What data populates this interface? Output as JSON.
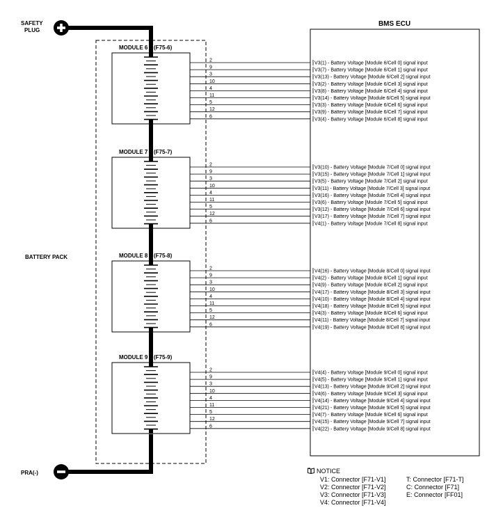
{
  "diagram": {
    "safety_plug": [
      "SAFETY",
      "PLUG"
    ],
    "pra": "PRA(-)",
    "battery_pack": "BATTERY PACK",
    "ecu_title": "BMS ECU",
    "pins": [
      "2",
      "9",
      "3",
      "10",
      "4",
      "11",
      "5",
      "12",
      "6"
    ],
    "modules": [
      {
        "name": "MODULE 6",
        "connector": "(F75-6)",
        "signals": [
          "V3(1) - Battery Voltage [Module 6/Cell 0] signal input",
          "V3(7) - Battery Voltage [Module 6/Cell 1] signal input",
          "V3(13) - Battery Voltage [Module 6/Cell 2] signal input",
          "V3(2) - Battery Voltage [Module 6/Cell 3] signal input",
          "V3(8) - Battery Voltage [Module 6/Cell 4] signal input",
          "V3(14) - Battery Voltage [Module 6/Cell 5] signal input",
          "V3(3) - Battery Voltage [Module 6/Cell 6] signal input",
          "V3(9) - Battery Voltage [Module 6/Cell 7] signal input",
          "V3(4) - Battery Voltage [Module 6/Cell 8] signal input"
        ]
      },
      {
        "name": "MODULE 7",
        "connector": "(F75-7)",
        "signals": [
          "V3(10) - Battery Voltage [Module 7/Cell 0] signal input",
          "V3(15) - Battery Voltage [Module 7/Cell 1] signal input",
          "V3(5) - Battery Voltage [Module 7/Cell 2] signal input",
          "V3(11) - Battery Voltage [Module 7/Cell 3] signal input",
          "V3(16) - Battery Voltage [Module 7/Cell 4] signal input",
          "V3(6) - Battery Voltage [Module 7/Cell 5] signal input",
          "V3(12) - Battery Voltage [Module 7/Cell 6] signal input",
          "V3(17) - Battery Voltage [Module 7/Cell 7] signal input",
          "V4(1) - Battery Voltage [Module 7/Cell 8] signal input"
        ]
      },
      {
        "name": "MODULE 8",
        "connector": "(F75-8)",
        "signals": [
          "V4(16) - Battery Voltage [Module 8/Cell 0] signal input",
          "V4(2) - Battery Voltage [Module 8/Cell 1] signal input",
          "V4(9) - Battery Voltage [Module 8/Cell 2] signal input",
          "V4(17) - Battery Voltage [Module 8/Cell 3] signal input",
          "V4(10) - Battery Voltage [Module 8/Cell 4] signal input",
          "V4(18) - Battery Voltage [Module 8/Cell 5] signal input",
          "V4(3) - Battery Voltage [Module 8/Cell 6] signal input",
          "V4(11) - Battery Voltage [Module 8/Cell 7] signal input",
          "V4(19) - Battery Voltage [Module 8/Cell 8] signal input"
        ]
      },
      {
        "name": "MODULE 9",
        "connector": "(F75-9)",
        "signals": [
          "V4(4) - Battery Voltage [Module 9/Cell 0] signal input",
          "V4(5) - Battery Voltage [Module 9/Cell 1] signal input",
          "V4(13) - Battery Voltage [Module 9/Cell 2] signal input",
          "V4(6) - Battery Voltage [Module 9/Cell 3] signal input",
          "V4(14) - Battery Voltage [Module 9/Cell 4] signal input",
          "V4(21) - Battery Voltage [Module 9/Cell 5] signal input",
          "V4(7) - Battery Voltage [Module 9/Cell 6] signal input",
          "V4(15) - Battery Voltage [Module 9/Cell 7] signal input",
          "V4(22) - Battery Voltage [Module 9/Cell 8] signal input"
        ]
      }
    ]
  },
  "notice": {
    "title": "NOTICE",
    "left": [
      "V1: Connector [F71-V1]",
      "V2: Connector [F71-V2]",
      "V3: Connector [F71-V3]",
      "V4: Connector [F71-V4]"
    ],
    "right": [
      "T: Connector [F71-T]",
      "C: Connector [F71]",
      "E: Connector [FF01]"
    ]
  }
}
